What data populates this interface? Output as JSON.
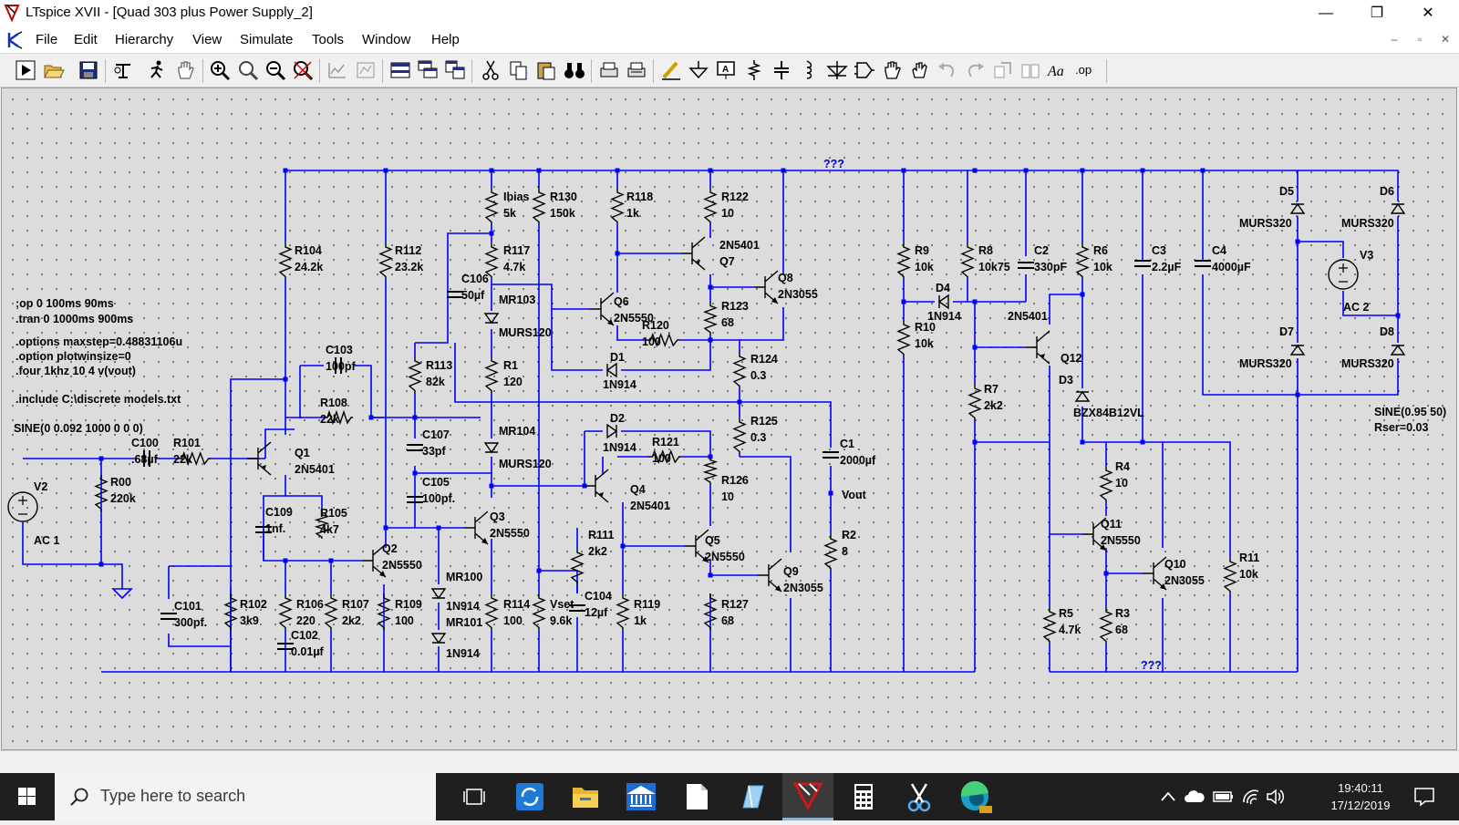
{
  "window": {
    "title": "LTspice XVII - [Quad 303 plus Power Supply_2]",
    "minimize": "—",
    "maximize": "❐",
    "close": "✕"
  },
  "menu": {
    "items": [
      "File",
      "Edit",
      "Hierarchy",
      "View",
      "Simulate",
      "Tools",
      "Window",
      "Help"
    ],
    "mdi_minimize": "–",
    "mdi_restore": "▫",
    "mdi_close": "✕"
  },
  "toolbar": {
    "icons": [
      "run-icon",
      "open-icon",
      "save-icon",
      "control-panel-icon",
      "halt-icon",
      "pan-icon",
      "zoom-in-icon",
      "zoom-area-icon",
      "zoom-out-icon",
      "zoom-fit-icon",
      "autorange-icon",
      "tile-icon",
      "cascade-icon",
      "cascade-vertical-icon",
      "close-window-icon",
      "cut-icon",
      "copy-icon",
      "paste-icon",
      "find-icon",
      "print-icon",
      "print-setup-icon",
      "wire-icon",
      "ground-icon",
      "label-net-icon",
      "resistor-icon",
      "capacitor-icon",
      "inductor-icon",
      "diode-icon",
      "component-icon",
      "move-icon",
      "drag-icon",
      "undo-icon",
      "redo-icon",
      "rotate-icon",
      "mirror-icon",
      "text-icon",
      "spice-directive-icon"
    ],
    "text_icon_label": "Aa",
    "op_icon_label": ".op"
  },
  "schematic": {
    "net_labels": [
      "???",
      "???"
    ],
    "directives": [
      ";op 0 100ms 90ms",
      ".tran 0 1000ms 900ms",
      ".options maxstep=0.48831106u",
      ".option plotwinsize=0",
      ".four 1khz 10 4 v(vout)",
      ".include C:\\discrete models.txt",
      "SINE(0 0.092 1000 0 0 0)",
      "SINE(0.95 50)",
      "Rser=0.03"
    ],
    "sources": [
      {
        "name": "V2",
        "value": "AC 1"
      },
      {
        "name": "V3",
        "value": "AC 2"
      }
    ],
    "resistors": [
      {
        "name": "R104",
        "value": "24.2k"
      },
      {
        "name": "R112",
        "value": "23.2k"
      },
      {
        "name": "Ibias",
        "value": "5k"
      },
      {
        "name": "R130",
        "value": "150k"
      },
      {
        "name": "R118",
        "value": "1k"
      },
      {
        "name": "R122",
        "value": "10"
      },
      {
        "name": "R117",
        "value": "4.7k"
      },
      {
        "name": "R123",
        "value": "68"
      },
      {
        "name": "R120",
        "value": "100"
      },
      {
        "name": "R124",
        "value": "0.3"
      },
      {
        "name": "R125",
        "value": "0.3"
      },
      {
        "name": "R1",
        "value": "120"
      },
      {
        "name": "R113",
        "value": "82k"
      },
      {
        "name": "R108",
        "value": "22k"
      },
      {
        "name": "R101",
        "value": "22k"
      },
      {
        "name": "R00",
        "value": "220k"
      },
      {
        "name": "R105",
        "value": "4k7"
      },
      {
        "name": "R102",
        "value": "3k9"
      },
      {
        "name": "R106",
        "value": "220"
      },
      {
        "name": "R107",
        "value": "2k2"
      },
      {
        "name": "R109",
        "value": "100"
      },
      {
        "name": "R114",
        "value": "100"
      },
      {
        "name": "Vset",
        "value": "9.6k"
      },
      {
        "name": "R111",
        "value": "2k2"
      },
      {
        "name": "R119",
        "value": "1k"
      },
      {
        "name": "R121",
        "value": "100"
      },
      {
        "name": "R126",
        "value": "10"
      },
      {
        "name": "R127",
        "value": "68"
      },
      {
        "name": "R2",
        "value": "8"
      },
      {
        "name": "R9",
        "value": "10k"
      },
      {
        "name": "R10",
        "value": "10k"
      },
      {
        "name": "R8",
        "value": "10k75"
      },
      {
        "name": "R6",
        "value": "10k"
      },
      {
        "name": "R7",
        "value": "2k2"
      },
      {
        "name": "R4",
        "value": "10"
      },
      {
        "name": "R5",
        "value": "4.7k"
      },
      {
        "name": "R3",
        "value": "68"
      },
      {
        "name": "R11",
        "value": "10k"
      }
    ],
    "capacitors": [
      {
        "name": "C106",
        "value": "50µf"
      },
      {
        "name": "C103",
        "value": "100pf"
      },
      {
        "name": "C100",
        "value": ".68µf"
      },
      {
        "name": "C107",
        "value": "33pf"
      },
      {
        "name": "C105",
        "value": "100pf."
      },
      {
        "name": "C109",
        "value": "1nf."
      },
      {
        "name": "C101",
        "value": "300pf."
      },
      {
        "name": "C102",
        "value": "0.01µf"
      },
      {
        "name": "C104",
        "value": "12µf"
      },
      {
        "name": "C1",
        "value": "2000µf"
      },
      {
        "name": "C2",
        "value": "330pF"
      },
      {
        "name": "C3",
        "value": "2.2µF"
      },
      {
        "name": "C4",
        "value": "4000µF"
      }
    ],
    "diodes": [
      {
        "name": "MR103",
        "value": "MURS120"
      },
      {
        "name": "MR104",
        "value": "MURS120"
      },
      {
        "name": "D1",
        "value": "1N914"
      },
      {
        "name": "D2",
        "value": "1N914"
      },
      {
        "name": "MR100",
        "value": "1N914"
      },
      {
        "name": "MR101",
        "value": "1N914"
      },
      {
        "name": "D4",
        "value": "1N914"
      },
      {
        "name": "D3",
        "value": "BZX84B12VL"
      },
      {
        "name": "D5",
        "value": "MURS320"
      },
      {
        "name": "D6",
        "value": "MURS320"
      },
      {
        "name": "D7",
        "value": "MURS320"
      },
      {
        "name": "D8",
        "value": "MURS320"
      }
    ],
    "transistors": [
      {
        "name": "Q1",
        "value": "2N5401"
      },
      {
        "name": "Q2",
        "value": "2N5550"
      },
      {
        "name": "Q3",
        "value": "2N5550"
      },
      {
        "name": "Q4",
        "value": "2N5401"
      },
      {
        "name": "Q5",
        "value": "2N5550"
      },
      {
        "name": "Q6",
        "value": "2N5550"
      },
      {
        "name": "Q7",
        "value": "2N5401"
      },
      {
        "name": "Q8",
        "value": "2N3055"
      },
      {
        "name": "Q9",
        "value": "2N3055"
      },
      {
        "name": "Q10",
        "value": "2N3055"
      },
      {
        "name": "Q11",
        "value": "2N5550"
      },
      {
        "name": "Q12",
        "value": "2N5401"
      }
    ],
    "flags": [
      {
        "name": "Vout"
      }
    ]
  },
  "taskbar": {
    "search_placeholder": "Type here to search",
    "time": "19:40:11",
    "date": "17/12/2019",
    "apps": [
      "task-view-icon",
      "sync-app-icon",
      "file-explorer-icon",
      "bank-app-icon",
      "notepad-icon",
      "paint-icon",
      "ltspice-taskbar-icon",
      "calculator-icon",
      "snipping-tool-icon",
      "edge-dev-icon"
    ],
    "tray": [
      "chevron-up-icon",
      "cloud-icon",
      "battery-icon",
      "wifi-icon",
      "volume-icon",
      "notifications-icon"
    ]
  },
  "colors": {
    "wire": "#0000ff",
    "component": "#000000",
    "canvas": "#dcdcdc",
    "net_label": "#0000c8"
  }
}
